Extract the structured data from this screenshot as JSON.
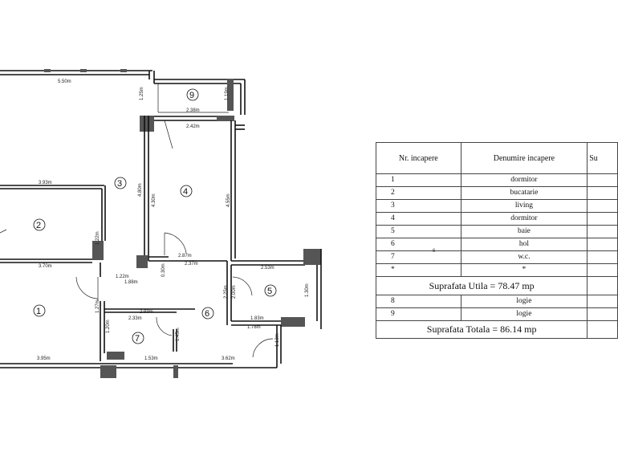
{
  "plan": {
    "rooms": [
      "1",
      "2",
      "3",
      "4",
      "5",
      "6",
      "7",
      "9"
    ],
    "dimensions": {
      "d_550": "5.50m",
      "d_125": "1.25m",
      "d_238": "2.38m",
      "d_242": "2.42m",
      "d_119": "1.19m",
      "d_393": "3.93m",
      "d_480": "4.80m",
      "d_430": "4.30m",
      "d_455": "4.55m",
      "d_370": "3.70m",
      "d_122a": "1.22m",
      "d_122b": "1.22m",
      "d_188": "1.88m",
      "d_287": "2.87m",
      "d_237": "2.37m",
      "d_030": "0.30m",
      "d_253": "2.53m",
      "d_225": "2.25m",
      "d_200": "2.00m",
      "d_130": "1.30m",
      "d_183": "1.83m",
      "d_178": "1.78m",
      "d_127": "1.27m",
      "d_293": "2.93m",
      "d_233": "2.33m",
      "d_120": "1.20m",
      "d_145": "1.45m",
      "d_395": "3.95m",
      "d_153": "1.53m",
      "d_362": "3.62m",
      "d_113": "1.13m"
    }
  },
  "table": {
    "headers": [
      "Nr. incapere",
      "Denumire incapere",
      "Su"
    ],
    "rows": [
      {
        "nr": "1",
        "name": "dormitor"
      },
      {
        "nr": "2",
        "name": "bucatarie"
      },
      {
        "nr": "3",
        "name": "living"
      },
      {
        "nr": "4",
        "name": "dormitor"
      },
      {
        "nr": "5",
        "name": "baie"
      },
      {
        "nr": "6",
        "name": "hol"
      },
      {
        "nr": "7",
        "name": "w.c."
      },
      {
        "nr": "*",
        "name": "*"
      }
    ],
    "suprafata_utila": "Suprafata Utila = 78.47 mp",
    "rows2": [
      {
        "nr": "8",
        "name": "logie"
      },
      {
        "nr": "9",
        "name": "logie"
      }
    ],
    "suprafata_totala": "Suprafata Totala = 86.14 mp",
    "mark": "6"
  }
}
